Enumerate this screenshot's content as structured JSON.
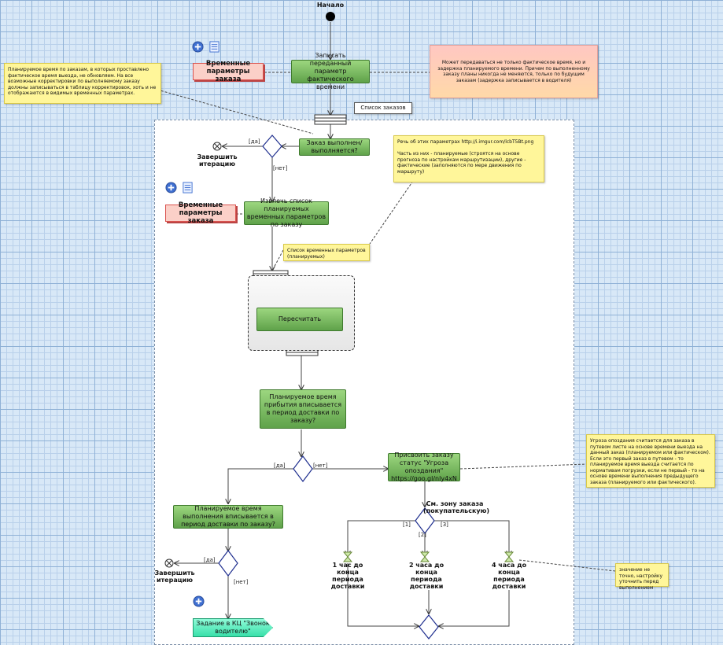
{
  "start_label": "Начало",
  "actions": {
    "record_time": "Записать переданный параметр фактического времени",
    "extract_list": "Извлечь список планируемых временных параметров по заказу",
    "recalc": "Пересчитать",
    "planned_arrival": "Планируемое время прибытия вписывается в период доставки по заказу?",
    "assign_status": "Присвоить заказу статус \"Угроза опоздания\" https://goo.gl/nly4xN",
    "planned_fits": "Планируемое время выполнения вписывается в период доставки по заказу?",
    "task_call": "Задание в КЦ \"Звонок водителю\""
  },
  "data_nodes": {
    "temp_params_1": "Временные параметры заказа",
    "temp_params_2": "Временные параметры заказа"
  },
  "decisions": {
    "order_done": "Заказ выполнен/выполняется?",
    "see_zone": "См. зону заказа (покупательскую)"
  },
  "end_labels": {
    "finish_1": "Завершить итерацию",
    "finish_2": "Завершить итерацию"
  },
  "zone_labels": {
    "h1": "1 час до конца периода доставки",
    "h2": "2 часа до конца периода доставки",
    "h4": "4 часа до конца периода доставки"
  },
  "edge_labels": {
    "yes1": "[да]",
    "no1": "[нет]",
    "yes2": "[да]",
    "no2": "[нет]",
    "yes3": "[да]",
    "no3": "[нет]",
    "z1": "[1]",
    "z2": "[2]",
    "z3": "[3]"
  },
  "notes": {
    "left_top": "Планируемое время по заказам, в которых проставлено фактическое время выезда, не обновляем. На все возможные корректировки по выполняемому заказу должны записываться в таблицу корректировок, хоть и не отображаются в видимых временных параметрах.",
    "pink_top": "Может передаваться не только фактическое время, но и задержка планируемого времени. Причем по выполненному заказу планы никогда не меняются, только по будущим заказам (задержка записывается в водителя)",
    "order_list": "Список заказов",
    "params_speech": "Речь об этих параметрах http://i.imgur.com/lcbT5Bt.png\n\nЧасть из них - планируемые (строятся на основе прогноза по настройкам маршрутизации), другие - фактические (заполняются по мере движения по маршруту)",
    "planned_list": "Список временных параметров (планируемых)",
    "threat": "Угроза опоздания считается для заказа в путевом листе на основе времени выезда на данный заказ (планируемом или фактическом). Если это первый заказ в путевом - то планируемое время выезда считается по нормативам погрузки, если не первый - то на основе времени выполнения предыдущего заказа (планируемого или фактического).",
    "values_note": "значение не точно, настройку уточнить перед выполнением"
  },
  "colors": {
    "action_fill": "#7cbf62",
    "data_fill": "#fbd0c8",
    "note_fill": "#fff69a",
    "decision_stroke": "#1f2f8f",
    "send_fill": "#39e0aa"
  },
  "icons": [
    "plus-circle-icon",
    "document-icon",
    "end-node-icon",
    "initial-node-icon"
  ]
}
